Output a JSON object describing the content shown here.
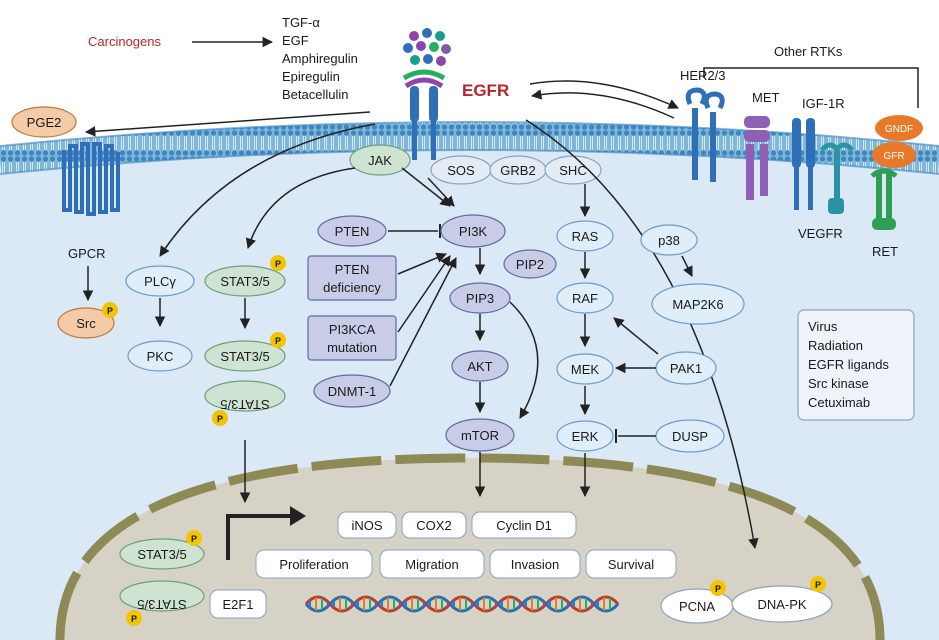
{
  "ligands": {
    "carcinogens": "Carcinogens",
    "items": [
      "TGF-α",
      "EGF",
      "Amphiregulin",
      "Epiregulin",
      "Betacellulin"
    ]
  },
  "receptors": {
    "egfr": "EGFR",
    "other_rtks": "Other RTKs",
    "her": "HER2/3",
    "met": "MET",
    "igf": "IGF-1R",
    "vegfr": "VEGFR",
    "ret": "RET",
    "gndf": "GNDF",
    "gfr": "GFR",
    "pge2": "PGE2",
    "gpcr": "GPCR"
  },
  "nodes": {
    "jak": "JAK",
    "sos": "SOS",
    "grb2": "GRB2",
    "shc": "SHC",
    "src": "Src",
    "plcy": "PLCγ",
    "pkc": "PKC",
    "stat_a": "STAT3/5",
    "stat_b": "STAT3/5",
    "stat_c": "STAT3/5",
    "pten": "PTEN",
    "pten_def": "PTEN deficiency",
    "pi3kca": "PI3KCA mutation",
    "dnmt": "DNMT-1",
    "pi3k": "PI3K",
    "pip2": "PIP2",
    "pip3": "PIP3",
    "akt": "AKT",
    "mtor": "mTOR",
    "ras": "RAS",
    "raf": "RAF",
    "mek": "MEK",
    "erk": "ERK",
    "p38": "p38",
    "map2k6": "MAP2K6",
    "pak1": "PAK1",
    "dusp": "DUSP",
    "p": "P"
  },
  "factors": [
    "Virus",
    "Radiation",
    "EGFR ligands",
    "Src kinase",
    "Cetuximab"
  ],
  "nucleus": {
    "targets": [
      "iNOS",
      "COX2",
      "Cyclin D1"
    ],
    "outcomes": [
      "Proliferation",
      "Migration",
      "Invasion",
      "Survival"
    ],
    "stat_a": "STAT3/5",
    "stat_b": "STAT3/5",
    "e2f1": "E2F1",
    "pcna": "PCNA",
    "dnapk": "DNA-PK"
  }
}
